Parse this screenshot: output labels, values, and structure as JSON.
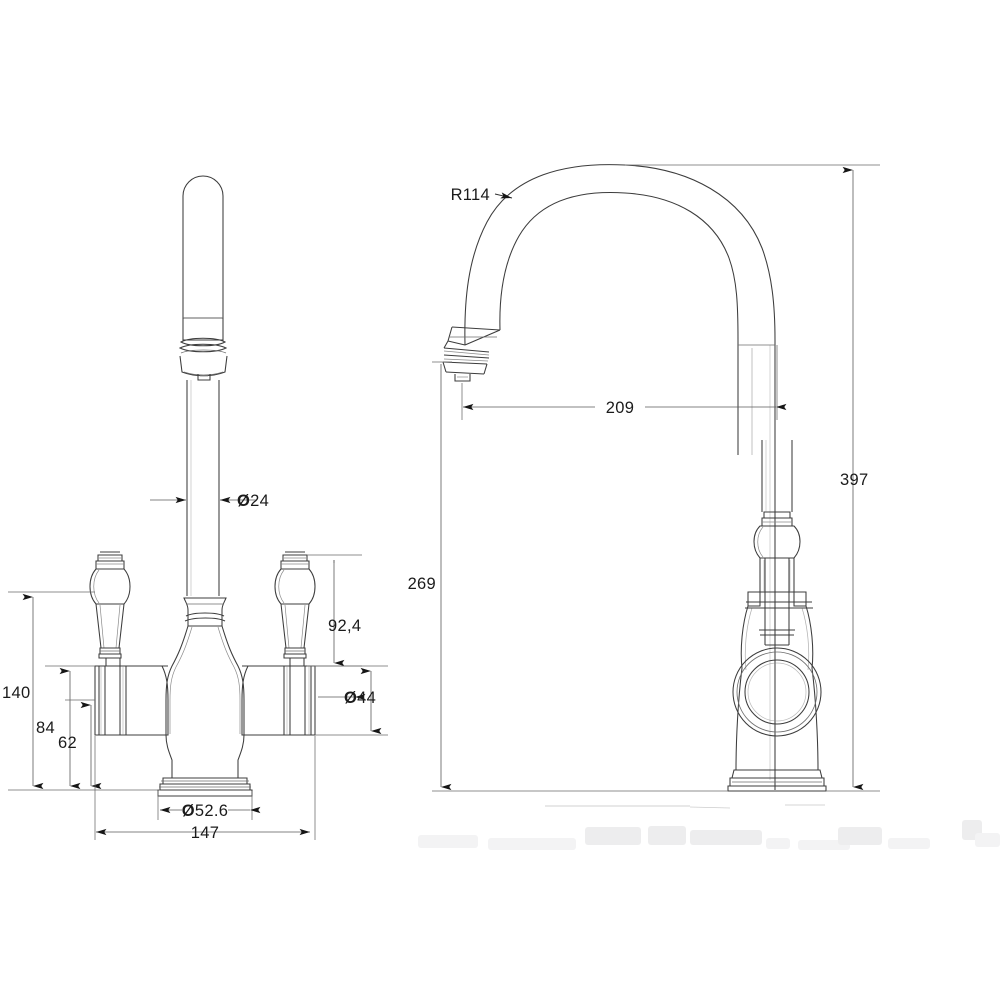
{
  "drawing": {
    "title": "Kitchen mixer tap dimensional drawing",
    "type": "engineering-line-drawing",
    "units": "mm",
    "background_color": "#ffffff",
    "line_color": "#3c3c3c",
    "dimension_color": "#5a5a5a",
    "text_color": "#1b1b1b"
  },
  "views": {
    "front": {
      "name": "front-elevation",
      "description": "Two-handle mixer tap seen from the front with straight riser"
    },
    "side": {
      "name": "side-elevation",
      "description": "Mixer tap seen from the side showing the curved swan-neck spout"
    }
  },
  "dimensions": {
    "diameter_riser": "Ø24",
    "diameter_handle_hub": "Ø44",
    "diameter_base": "Ø52.6",
    "overall_width": "147",
    "handle_height": "140",
    "hub_height_upper": "84",
    "hub_height_lower": "62",
    "handle_top_offset": "92,4",
    "spout_reach": "209",
    "spout_height": "269",
    "overall_height": "397",
    "spout_radius": "R114"
  },
  "labels": [
    {
      "id": "dia-riser",
      "text": "Ø24",
      "sym": "Ø",
      "num": "24"
    },
    {
      "id": "dia-hub",
      "text": "Ø44",
      "sym": "Ø",
      "num": "44"
    },
    {
      "id": "dia-base",
      "text": "Ø52.6",
      "sym": "Ø",
      "num": "52.6"
    },
    {
      "id": "width-147",
      "text": "147"
    },
    {
      "id": "height-140",
      "text": "140"
    },
    {
      "id": "height-84",
      "text": "84"
    },
    {
      "id": "height-62",
      "text": "62"
    },
    {
      "id": "height-92-4",
      "text": "92,4"
    },
    {
      "id": "reach-209",
      "text": "209"
    },
    {
      "id": "height-269",
      "text": "269"
    },
    {
      "id": "height-397",
      "text": "397"
    },
    {
      "id": "radius-r114",
      "text": "R114"
    }
  ]
}
